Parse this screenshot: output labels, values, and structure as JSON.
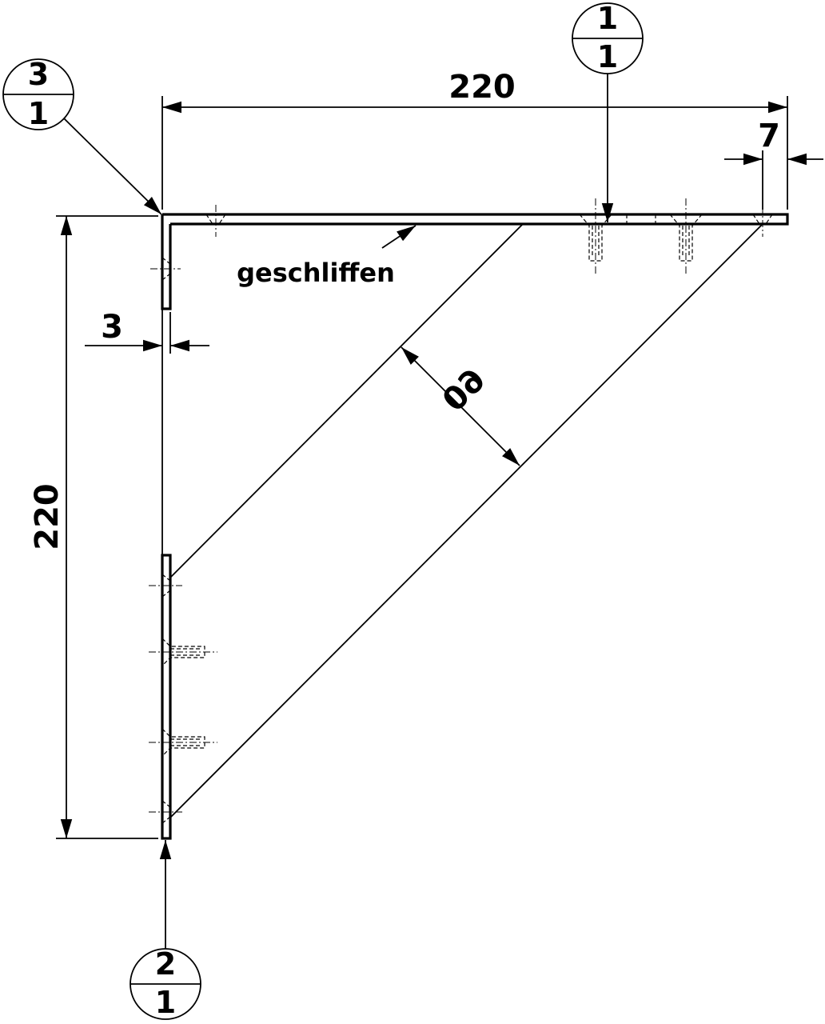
{
  "dimensions": {
    "top_length": "220",
    "side_length": "220",
    "thickness": "3",
    "edge_offset": "7",
    "strut_width": "60"
  },
  "annotation": {
    "surface_note": "geschliffen"
  },
  "callouts": {
    "top": {
      "upper": "1",
      "lower": "1"
    },
    "corner": {
      "upper": "3",
      "lower": "1"
    },
    "bottom": {
      "upper": "2",
      "lower": "1"
    }
  }
}
